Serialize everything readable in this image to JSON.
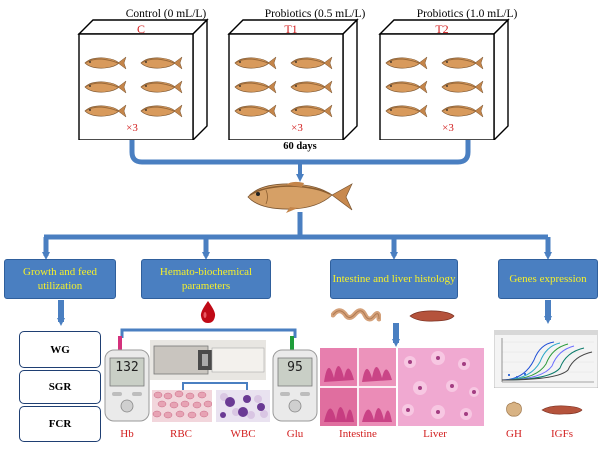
{
  "tanks": [
    {
      "header": "Control (0 mL/L)",
      "label": "C",
      "replicates": "×3"
    },
    {
      "header": "Probiotics (0.5 mL/L)",
      "label": "T1",
      "replicates": "×3"
    },
    {
      "header": "Probiotics (1.0 mL/L)",
      "label": "T2",
      "replicates": "×3"
    }
  ],
  "duration": "60 days",
  "branches": [
    {
      "label": "Growth and feed utilization"
    },
    {
      "label": "Hemato-biochemical parameters"
    },
    {
      "label": "Intestine and liver histology"
    },
    {
      "label": "Genes expression"
    }
  ],
  "growth_metrics": [
    "WG",
    "SGR",
    "FCR"
  ],
  "hemato_captions": [
    "Hb",
    "RBC",
    "WBC",
    "Glu"
  ],
  "meter_readings": {
    "hb": "132",
    "glu": "95"
  },
  "histology_captions": [
    "Intestine",
    "Liver"
  ],
  "gene_captions": [
    "GH",
    "IGFs"
  ],
  "colors": {
    "arrow": "#4a7fc1",
    "box": "#4a7fc1",
    "box_text": "#f5f02a",
    "caption": "#d21f1f"
  }
}
